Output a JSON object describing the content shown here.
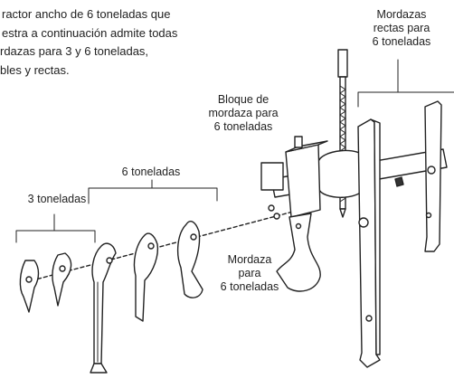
{
  "intro_lines": [
    "ractor ancho de 6 toneladas que",
    "estra a continuación admite todas",
    "rdazas para 3 y 6 toneladas,",
    "bles y rectas."
  ],
  "labels": {
    "rectas": [
      "Mordazas",
      "rectas para",
      "6 toneladas"
    ],
    "bloque": [
      "Bloque de",
      "mordaza para",
      "6 toneladas"
    ],
    "seis": "6 toneladas",
    "tres": "3 toneladas",
    "mordaza": [
      "Mordaza",
      "para",
      "6 toneladas"
    ]
  }
}
